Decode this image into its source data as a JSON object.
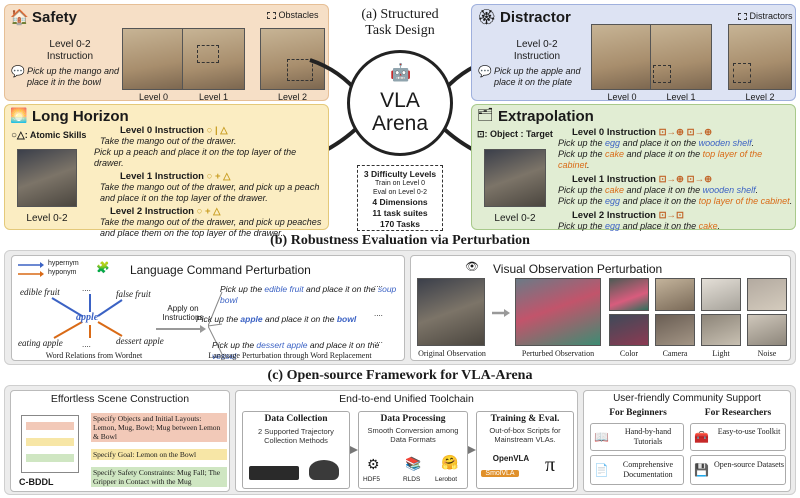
{
  "safety": {
    "title": "Safety",
    "obstacles_label": "Obstacles",
    "level_label": "Level 0-2",
    "instruction_label": "Instruction",
    "instruction": "Pick up the mango and place it in the bowl",
    "levels": [
      "Level 0",
      "Level 1",
      "Level 2"
    ]
  },
  "center": {
    "heading_a": "(a) Structured",
    "heading_b": "Task Design",
    "logo_line1": "VLA",
    "logo_line2": "Arena",
    "stats": [
      "3 Difficulty Levels",
      "Train on Level 0",
      "Eval on Level 0-2",
      "4 Dimensions",
      "11 task suites",
      "170 Tasks"
    ]
  },
  "distractor": {
    "title": "Distractor",
    "distractors_label": "Distractors",
    "level_label": "Level 0-2",
    "instruction_label": "Instruction",
    "instruction": "Pick up the apple and place it on the plate",
    "levels": [
      "Level 0",
      "Level 1",
      "Level 2"
    ]
  },
  "long_horizon": {
    "title": "Long Horizon",
    "atomic_label": ": Atomic Skills",
    "image_caption": "Level 0-2",
    "l0_head": "Level 0 Instruction",
    "l0_lines": [
      "Take the mango out of the drawer.",
      "Pick up a peach and place it on the top layer of the drawer."
    ],
    "l1_head": "Level 1 Instruction",
    "l1_lines": [
      "Take the mango out of the drawer, and pick up a peach",
      "and place it on the top layer of the drawer."
    ],
    "l2_head": "Level 2 Instruction",
    "l2_lines": [
      "Take the mango out of the drawer, and pick up peaches",
      "and place them on the top layer of the drawer."
    ]
  },
  "extrapolation": {
    "title": "Extrapolation",
    "legend": ": Object  : Target",
    "image_caption": "Level 0-2",
    "l0_head": "Level 0 Instruction",
    "l1_head": "Level 1 Instruction",
    "l2_head": "Level 2 Instruction",
    "l0_a_pre": "Pick up the ",
    "l0_a_obj": "egg",
    "l0_a_mid": " and place it on the ",
    "l0_a_tgt": "wooden shelf",
    "l0_a_end": ".",
    "l0_b_pre": "Pick up the ",
    "l0_b_obj": "cake",
    "l0_b_mid": " and place it on the ",
    "l0_b_tgt": "top layer of the cabinet",
    "l0_b_end": ".",
    "l1_a_pre": "Pick up the ",
    "l1_a_obj": "cake",
    "l1_a_mid": " and place it on the ",
    "l1_a_tgt": "wooden shelf",
    "l1_a_end": ".",
    "l1_b_pre": "Pick up the ",
    "l1_b_obj": "egg",
    "l1_b_mid": " and place it on the ",
    "l1_b_tgt": "top layer of the cabinet",
    "l1_b_end": ".",
    "l2_pre": "Pick up the ",
    "l2_obj": "egg",
    "l2_mid": " and place it on the ",
    "l2_tgt": "cake",
    "l2_end": "."
  },
  "robustness": {
    "heading": "(b) Robustness Evaluation via Perturbation",
    "lang_title": "Language Command Perturbation",
    "hypernym": "hypernym",
    "hyponym": "hyponym",
    "words": [
      "edible fruit",
      "false fruit",
      "apple",
      "eating apple",
      "dessert apple",
      "....",
      "....",
      "...."
    ],
    "apply_label": "Apply on Instructions",
    "caption_left": "Word Relations from Wordnet",
    "caption_right": "Language Perturbation through Word Replacement",
    "s1_pre": "Pick up the ",
    "s1_word": "edible fruit",
    "s1_mid": " and place it on the ",
    "s1_tgt": "soup bowl",
    "s2_pre": "Pick up the ",
    "s2_word": "apple",
    "s2_mid": " and place it on the ",
    "s2_tgt": "bowl",
    "s3_pre": "Pick up the ",
    "s3_word": "dessert apple",
    "s3_mid": " and place it on the ",
    "s3_tgt": "vessel",
    "ellipses": [
      "....",
      "....",
      "...."
    ],
    "vis_title": "Visual Observation Perturbation",
    "vis_captions": [
      "Original Observation",
      "Perturbed Observation",
      "Color",
      "Camera",
      "Light",
      "Noise"
    ]
  },
  "framework": {
    "heading": "(c) Open-source Framework for VLA-Arena",
    "scene_title": "Effortless Scene Construction",
    "bddl_label": "C-BDDL",
    "spec1": "Specify Objects and Initial Layouts: Lemon, Mug, Bowl; Mug between Lemon & Bowl",
    "spec2": "Specify Goal: Lemon on the Bowl",
    "spec3": "Specify Safety Constraints: Mug Fall; The Gripper in Contact with the Mug",
    "toolchain_title": "End-to-end Unified Toolchain",
    "dc_title": "Data Collection",
    "dc_text": "2 Supported Trajectory Collection Methods",
    "dp_title": "Data Processing",
    "dp_text": "Smooth Conversion among Data Formats",
    "dp_formats": [
      "HDF5",
      "RLDS",
      "Lerobot"
    ],
    "te_title": "Training & Eval.",
    "te_text": "Out-of-box Scripts for Mainstream VLAs.",
    "te_models": [
      "OpenVLA",
      "SmolVLA",
      "π"
    ],
    "community_title": "User-friendly Community Support",
    "beginners": "For Beginners",
    "researchers": "For Researchers",
    "items": [
      "Hand-by-hand Tutorials",
      "Comprehensive Documentation",
      "Easy-to-use Toolkit",
      "Open-source Datasets"
    ]
  },
  "colors": {
    "safety_bg": "#f6dfc6",
    "distractor_bg": "#dde3f3",
    "long_bg": "#fbedc2",
    "extrap_bg": "#e1edd3",
    "robust_bg": "#ececec",
    "framework_bg": "#ececec"
  }
}
